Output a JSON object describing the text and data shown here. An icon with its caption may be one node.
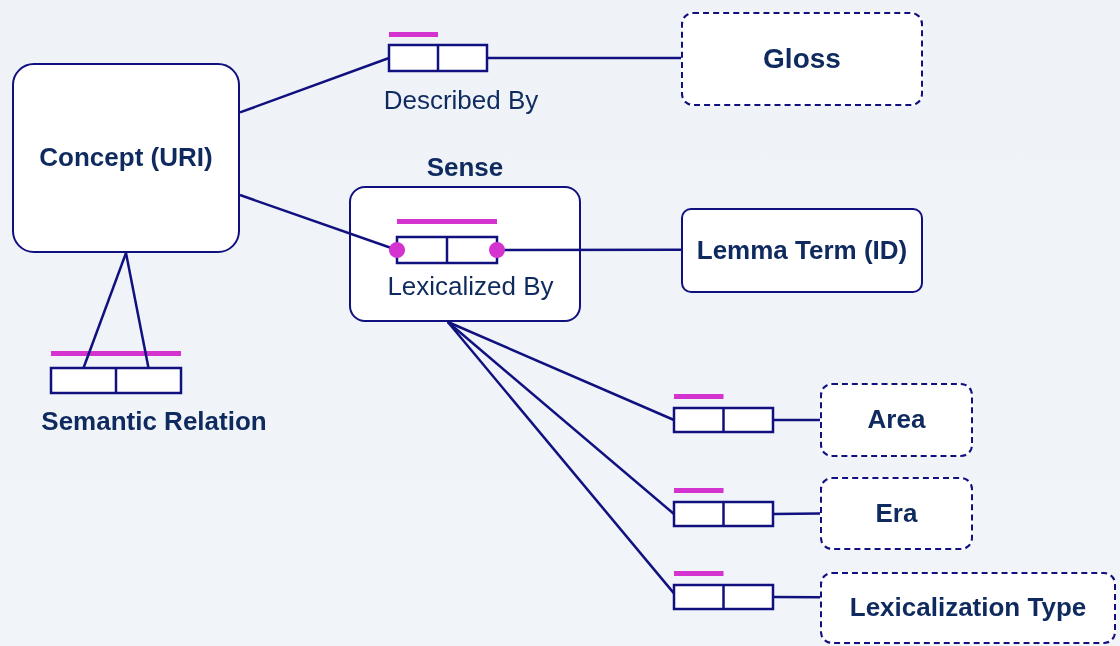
{
  "diagram": {
    "nodes": [
      {
        "text": [
          "Concept (URI)"
        ]
      },
      {
        "text": [
          "Described By"
        ]
      },
      {
        "text": [
          "Gloss"
        ]
      },
      {
        "text": [
          "Sense"
        ]
      },
      {
        "text": [
          "Lexicalized By"
        ],
        "in": 3
      },
      {
        "text": [
          "Lemma Term (ID)"
        ]
      },
      {
        "text": [
          "Semantic Relation"
        ]
      },
      {
        "text": [],
        "shape": "box"
      },
      {
        "text": [
          "Area"
        ]
      },
      {
        "text": [],
        "shape": "box"
      },
      {
        "text": [
          "Era"
        ]
      },
      {
        "text": [],
        "shape": "box"
      },
      {
        "text": [
          "Lexicalization Type"
        ]
      }
    ],
    "edges": [
      {
        "from": 0,
        "to": 1,
        "arrow": "none"
      },
      {
        "from": 1,
        "to": 2,
        "arrow": "none"
      },
      {
        "from": 0,
        "to": 4,
        "arrow": "other"
      },
      {
        "from": 5,
        "to": 4,
        "arrow": "other"
      },
      {
        "from": 0,
        "to": 6,
        "arrow": "none"
      },
      {
        "from": 0,
        "to": 6,
        "arrow": "none"
      },
      {
        "from": 3,
        "to": 7,
        "arrow": "none"
      },
      {
        "from": 7,
        "to": 8,
        "arrow": "none"
      },
      {
        "from": 3,
        "to": 9,
        "arrow": "none"
      },
      {
        "from": 9,
        "to": 10,
        "arrow": "none"
      },
      {
        "from": 3,
        "to": 11,
        "arrow": "none"
      },
      {
        "from": 11,
        "to": 12,
        "arrow": "none"
      }
    ]
  }
}
